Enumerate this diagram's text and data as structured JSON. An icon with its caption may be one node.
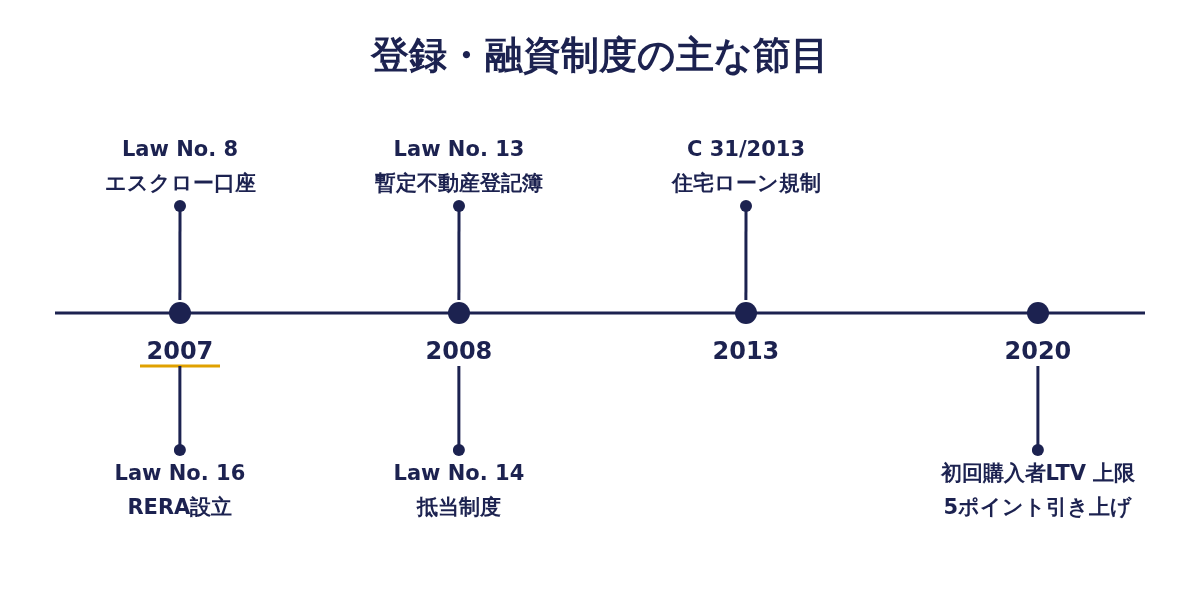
{
  "diagram": {
    "title": "登録・融資制度の主な節目",
    "nodes": [
      {
        "text": [
          "2007"
        ]
      },
      {
        "text": [
          "Law No. 8",
          "エスクロー口座"
        ]
      },
      {
        "text": [
          "Law No. 16",
          "RERA設立"
        ]
      },
      {
        "text": [
          "2008"
        ]
      },
      {
        "text": [
          "Law No. 13",
          "暫定不動産登記簿"
        ]
      },
      {
        "text": [
          "Law No. 14",
          "抵当制度"
        ]
      },
      {
        "text": [
          "2013"
        ]
      },
      {
        "text": [
          "C 31/2013",
          "住宅ローン規制"
        ]
      },
      {
        "text": [
          "2020"
        ]
      },
      {
        "text": [
          "初回購入者LTV 上限",
          "5ポイント引き上げ"
        ]
      }
    ],
    "edges": [
      {
        "from": 0,
        "to": 1,
        "arrow": "other"
      },
      {
        "from": 0,
        "to": 2,
        "arrow": "other"
      },
      {
        "from": 3,
        "to": 4,
        "arrow": "other"
      },
      {
        "from": 3,
        "to": 5,
        "arrow": "other"
      },
      {
        "from": 6,
        "to": 7,
        "arrow": "other"
      },
      {
        "from": 8,
        "to": 9,
        "arrow": "other"
      }
    ]
  }
}
